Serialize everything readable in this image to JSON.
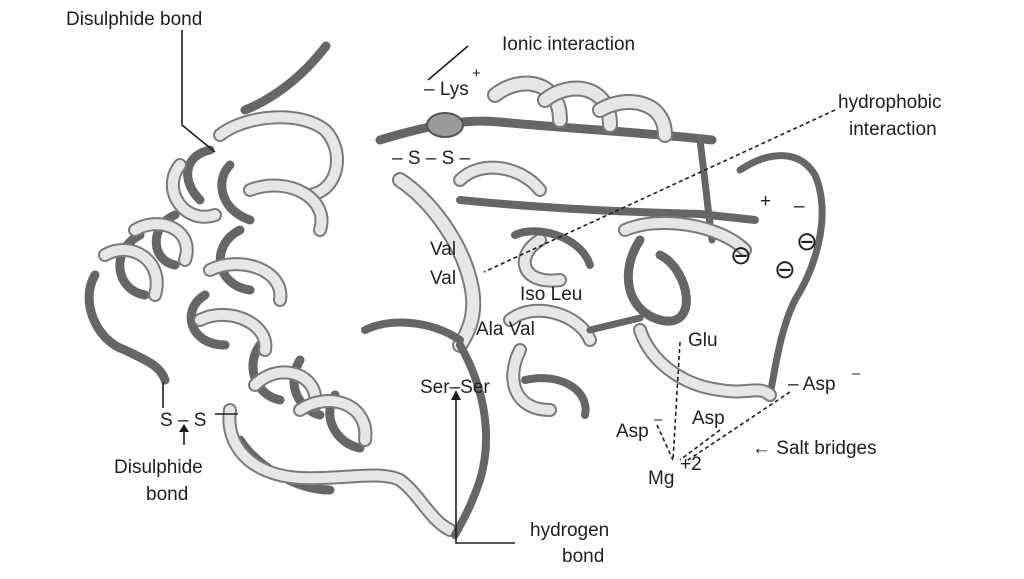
{
  "labels": {
    "disulphide_top": "Disulphide bond",
    "ionic": "Ionic interaction",
    "lys": "– Lys",
    "lys_charge": "+",
    "hydrophobic_line1": "hydrophobic",
    "hydrophobic_line2": "interaction",
    "ss_top": "– S – S –",
    "val1": "Val",
    "val2": "Val",
    "iso_leu": "Iso Leu",
    "ala_val": "Ala Val",
    "glu": "Glu",
    "plus": "+",
    "minus": "–",
    "neg1": "⊖",
    "neg2": "⊖",
    "neg3": "⊖",
    "asp_right": "– Asp",
    "asp_right_charge": "–",
    "asp_left": "Asp",
    "asp_left_charge": "–",
    "asp_mid": "Asp",
    "mg": "Mg",
    "mg_charge": "+2",
    "salt_bridges": "← Salt bridges",
    "ser_ser": "Ser–Ser",
    "hydrogen_line1": "hydrogen",
    "hydrogen_line2": "bond",
    "ss_left": "S – S",
    "disulphide_bottom_line1": "Disulphide",
    "disulphide_bottom_line2": "bond"
  }
}
